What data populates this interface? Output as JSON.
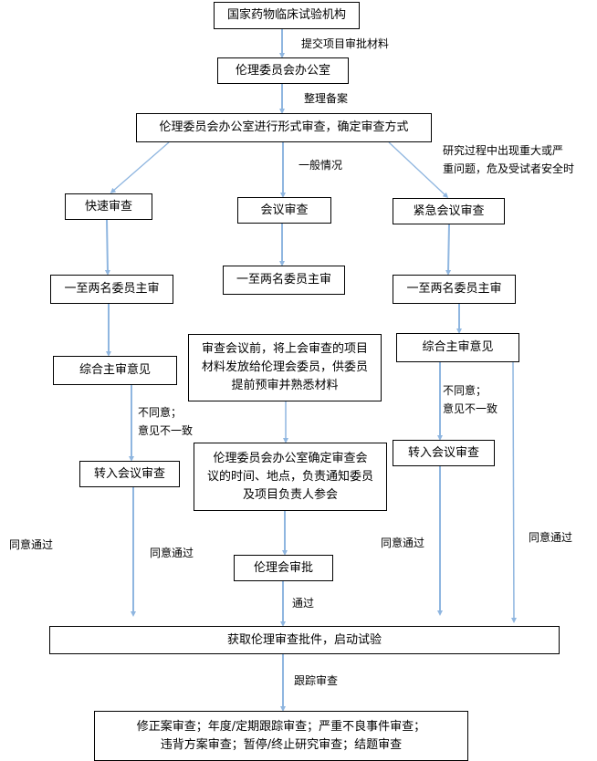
{
  "colors": {
    "arrow": "#8fb6e0",
    "border": "#000000"
  },
  "nodes": {
    "institution": "国家药物临床试验机构",
    "ethics_office": "伦理委员会办公室",
    "formal_review": "伦理委员会办公室进行形式审查，确定审查方式",
    "fast_review": "快速审查",
    "meeting_review": "会议审查",
    "urgent_review": "紧急会议审查",
    "main_review_left": "一至两名委员主审",
    "main_review_mid": "一至两名委员主审",
    "main_review_right": "一至两名委员主审",
    "combined_opinion_left": "综合主审意见",
    "combined_opinion_right": "综合主审意见",
    "pre_meeting": [
      "审查会议前，将上会审查的项目",
      "材料发放给伦理会委员，供委员",
      "提前预审并熟悉材料"
    ],
    "arrange_meeting": [
      "伦理委员会办公室确定审查会",
      "议的时间、地点，负责通知委员",
      "及项目负责人参会"
    ],
    "transfer_left": "转入会议审查",
    "transfer_right": "转入会议审查",
    "ethics_approval": "伦理会审批",
    "obtain_approval": "获取伦理审查批件，启动试验",
    "follow_up": [
      "修正案审查；年度/定期跟踪审查；严重不良事件审查；",
      "违背方案审查；暂停/终止研究审查；结题审查"
    ]
  },
  "labels": {
    "submit": "提交项目审批材料",
    "organize": "整理备案",
    "general": "一般情况",
    "serious": [
      "研究过程中出现重大或严",
      "重问题，危及受试者安全时"
    ],
    "disagree_left": [
      "不同意；",
      "意见不一致"
    ],
    "disagree_right": [
      "不同意；",
      "意见不一致"
    ],
    "agree_far_left": "同意通过",
    "agree_left": "同意通过",
    "agree_mid_right": "同意通过",
    "agree_far_right": "同意通过",
    "pass": "通过",
    "tracking": "跟踪审查"
  }
}
